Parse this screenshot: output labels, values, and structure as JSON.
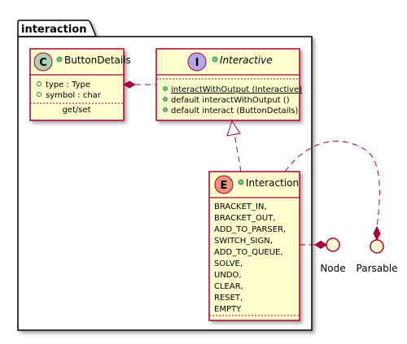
{
  "package": {
    "name": "interaction"
  },
  "button_details": {
    "stereotype": "C",
    "name": "ButtonDetails",
    "fields": [
      "type : Type",
      "symbol : char"
    ],
    "section": "get/set"
  },
  "interactive": {
    "stereotype": "I",
    "name": "Interactive",
    "methods": [
      "interactWithOutput (Interactive)",
      "default interactWithOutput ()",
      "default interact (ButtonDetails)"
    ]
  },
  "interaction": {
    "stereotype": "E",
    "name": "Interaction",
    "constants": [
      "BRACKET_IN,",
      "BRACKET_OUT,",
      "ADD_TO_PARSER,",
      "SWITCH_SIGN,",
      "ADD_TO_QUEUE,",
      "SOLVE,",
      "UNDO,",
      "CLEAR,",
      "RESET,",
      "EMPTY"
    ]
  },
  "interfaces": [
    {
      "label": "Node"
    },
    {
      "label": "Parsable"
    }
  ],
  "colors": {
    "class_fill": "#FEFECE",
    "border": "#A80036",
    "circle_class": "#ADD1B2",
    "circle_interface": "#B4A7E5",
    "circle_enum": "#EB937F",
    "visibility_public": "#84BE84",
    "package_fill": "#FFFFFF"
  }
}
